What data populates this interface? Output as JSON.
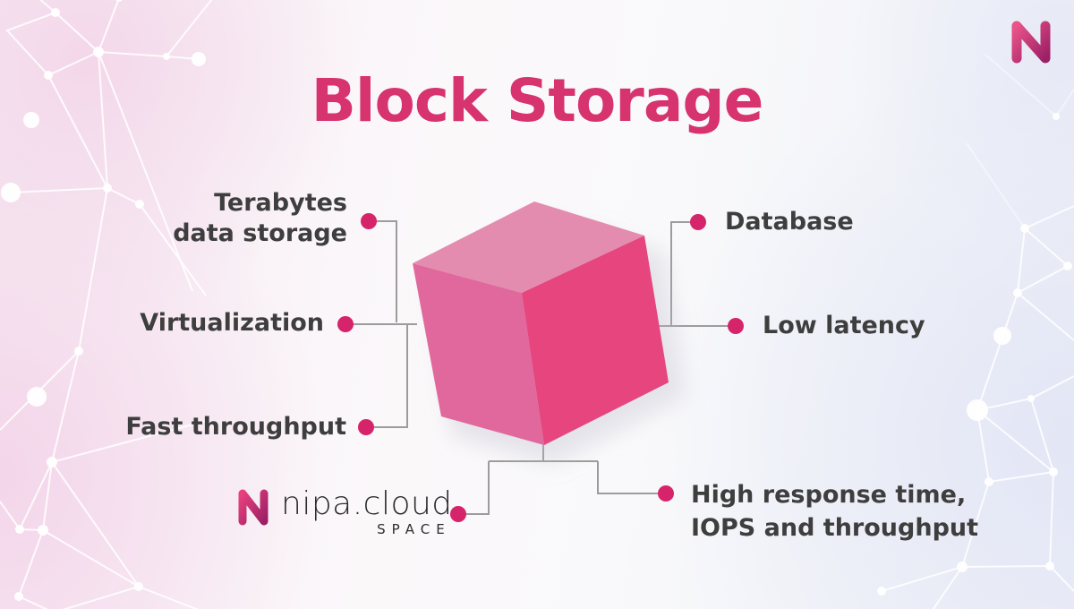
{
  "title": "Block Storage",
  "features": {
    "left": [
      {
        "label": "Terabytes data storage",
        "line1": "Terabytes",
        "line2": "data storage"
      },
      {
        "label": "Virtualization"
      },
      {
        "label": "Fast throughput"
      }
    ],
    "right": [
      {
        "label": "Database"
      },
      {
        "label": "Low latency"
      },
      {
        "label": "High response time, IOPS and throughput",
        "line1": "High response time,",
        "line2": "IOPS and throughput"
      }
    ]
  },
  "brand": {
    "top_right_icon": "nipa-n-logo-icon",
    "footer": {
      "name": "nipa.cloud",
      "tagline": "SPACE"
    }
  },
  "colors": {
    "title_pink": "#d6336f",
    "dot_pink": "#d6246b",
    "cube_top_face": "#e48cb0",
    "cube_left_face": "#e1689c",
    "cube_right_face": "#e6457d",
    "connector_gray": "#9c9c9c",
    "label_text_gray": "#3e3e3e",
    "logo_gradient_start": "#e85389",
    "logo_gradient_end": "#9c2066",
    "logo_text_dark": "#2d2d2d"
  }
}
